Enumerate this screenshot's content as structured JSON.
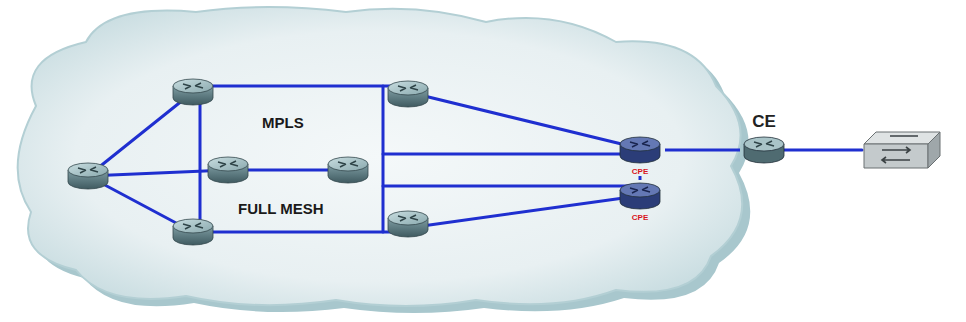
{
  "diagram": {
    "nodes": [
      {
        "text": [
          "CPE"
        ]
      },
      {
        "text": [
          "CPE"
        ]
      },
      {
        "text": [
          "CE"
        ]
      }
    ],
    "edges": [
      {
        "from": 0,
        "to": 2,
        "arrow": "none"
      },
      {
        "from": 0,
        "to": 1,
        "arrow": "none"
      }
    ],
    "labels": [
      "MPLS",
      "FULL MESH"
    ]
  }
}
